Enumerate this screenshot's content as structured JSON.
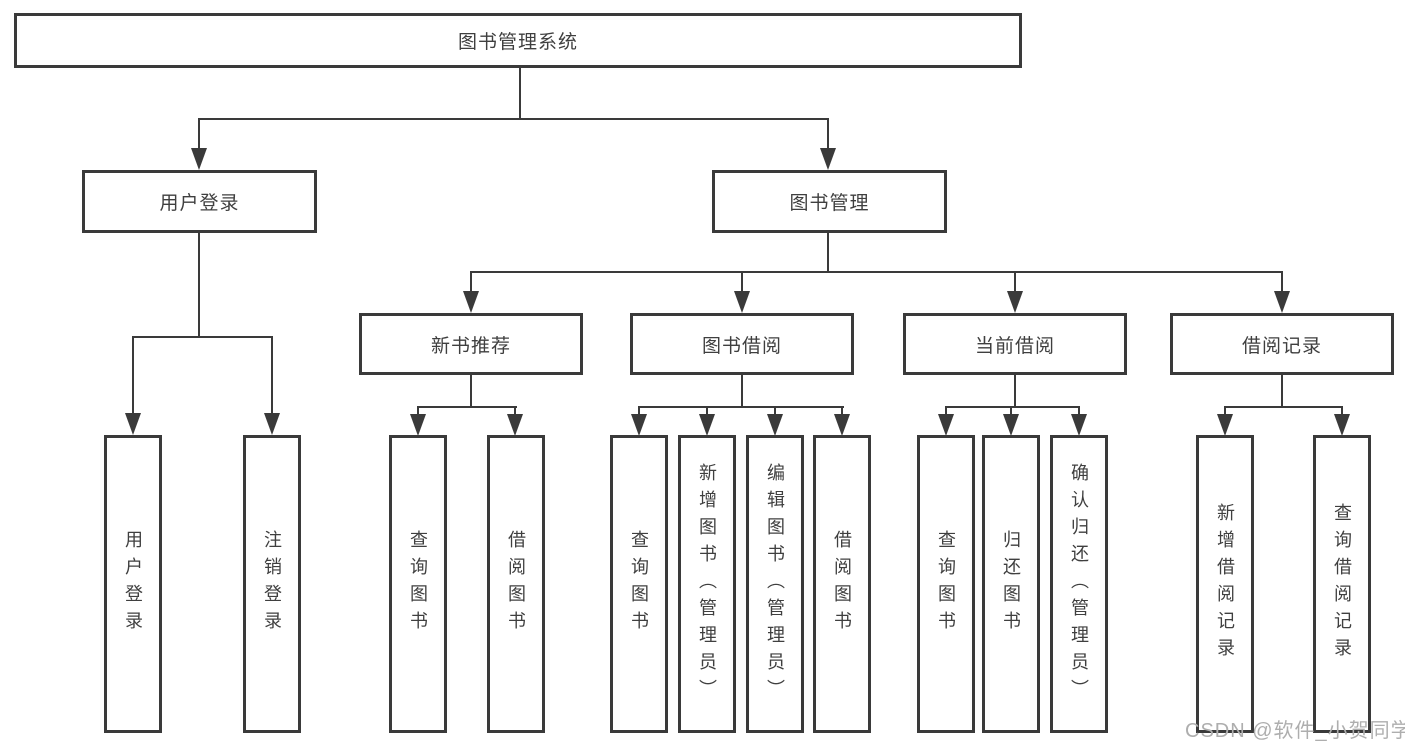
{
  "diagram": {
    "type": "hierarchy-tree",
    "root": "图书管理系统",
    "level2": [
      {
        "label": "用户登录",
        "parent": "图书管理系统"
      },
      {
        "label": "图书管理",
        "parent": "图书管理系统"
      }
    ],
    "level3": [
      {
        "label": "新书推荐",
        "parent": "图书管理"
      },
      {
        "label": "图书借阅",
        "parent": "图书管理"
      },
      {
        "label": "当前借阅",
        "parent": "图书管理"
      },
      {
        "label": "借阅记录",
        "parent": "图书管理"
      }
    ],
    "leaves": [
      {
        "label": "用户登录",
        "parent": "用户登录"
      },
      {
        "label": "注销登录",
        "parent": "用户登录"
      },
      {
        "label": "查询图书",
        "parent": "新书推荐"
      },
      {
        "label": "借阅图书",
        "parent": "新书推荐"
      },
      {
        "label": "查询图书",
        "parent": "图书借阅"
      },
      {
        "label": "新增图书（管理员）",
        "parent": "图书借阅"
      },
      {
        "label": "编辑图书（管理员）",
        "parent": "图书借阅"
      },
      {
        "label": "借阅图书",
        "parent": "图书借阅"
      },
      {
        "label": "查询图书",
        "parent": "当前借阅"
      },
      {
        "label": "归还图书",
        "parent": "当前借阅"
      },
      {
        "label": "确认归还（管理员）",
        "parent": "当前借阅"
      },
      {
        "label": "新增借阅记录",
        "parent": "借阅记录"
      },
      {
        "label": "查询借阅记录",
        "parent": "借阅记录"
      }
    ],
    "watermark": "CSDN @软件_小贺同学",
    "colors": {
      "line": "#3a3a3a",
      "text": "#3f3f3f",
      "watermark": "#aeaeae",
      "background": "#ffffff"
    }
  }
}
